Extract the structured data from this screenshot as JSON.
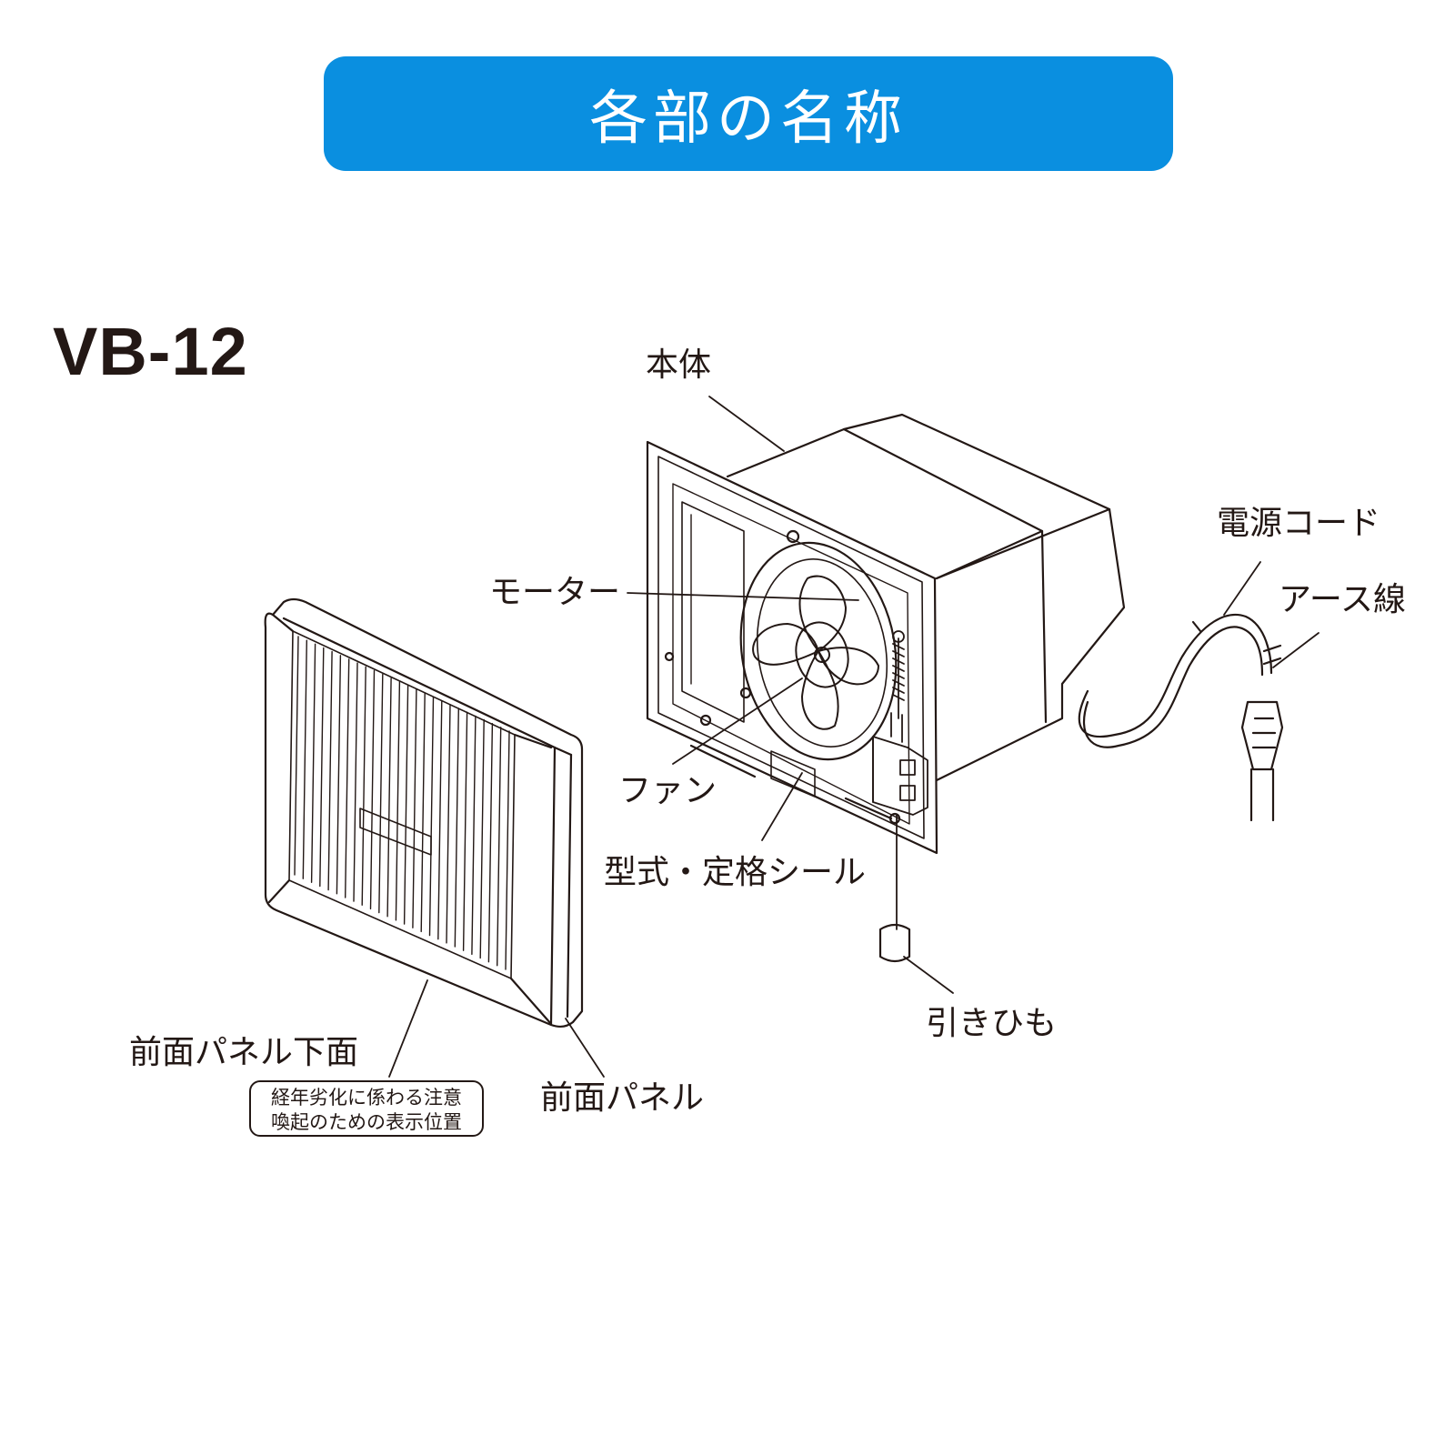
{
  "title": "各部の名称",
  "model": "VB-12",
  "labels": {
    "body": "本体",
    "motor": "モーター",
    "fan": "ファン",
    "seal": "型式・定格シール",
    "power_cord": "電源コード",
    "earth_wire": "アース線",
    "pull_cord": "引きひも",
    "front_panel_bottom": "前面パネル下面",
    "front_panel": "前面パネル"
  },
  "note": {
    "line1": "経年劣化に係わる注意",
    "line2": "喚起のための表示位置"
  },
  "colors": {
    "banner": "#0a8fe0",
    "ink": "#231815"
  }
}
